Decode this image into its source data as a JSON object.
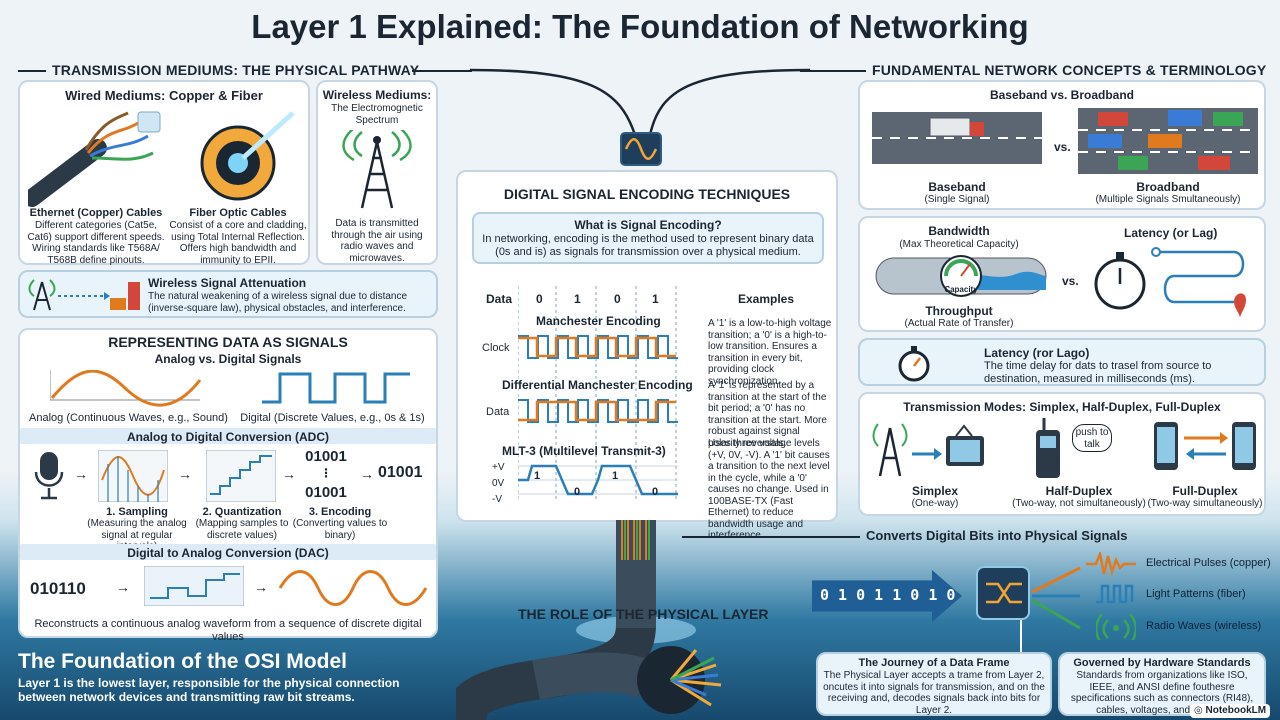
{
  "title": "Layer 1 Explained: The Foundation of Networking",
  "left_header": "TRANSMISSION MEDIUMS: THE PHYSICAL PATHWAY",
  "right_header": "FUNDAMENTAL NETWORK CONCEPTS & TERMINOLOGY",
  "wired": {
    "title": "Wired Mediums: Copper & Fiber",
    "copper_title": "Ethernet (Copper) Cables",
    "copper_text": "Different categories (Cat5e, Cat6) support different speeds. Wiring standards like T568A/ T568B define pinouts.",
    "fiber_title": "Fiber Optic Cables",
    "fiber_text": "Consist of a core and cladding, using Total Internal Reflection. Offers high bandwidth and immunity to EPII."
  },
  "wireless": {
    "title": "Wireless Mediums:",
    "subtitle": "The Electromognetic Spectrum",
    "text": "Data is transmitted through the air using radio waves and microwaves."
  },
  "attenuation": {
    "title": "Wireless Signal Attenuation",
    "text": "The natural weakening of a wireless signal due to distance (inverse-square law), physical obstacles, and interference."
  },
  "representing": {
    "title": "REPRESENTING DATA AS SIGNALS",
    "analog_digital_title": "Analog vs. Digital Signals",
    "analog_label": "Analog (Continuous Waves, e.g., Sound)",
    "digital_label": "Digital (Discrete Values, e.g., 0s & 1s)",
    "adc_title": "Analog to Digital Conversion (ADC)",
    "adc_bits_a": "01001",
    "adc_bits_dots": "⋮",
    "adc_bits_b": "01001",
    "adc_bits_out": "01001",
    "step1_title": "1. Sampling",
    "step1_text": "(Measuring the analog signal at regular intervals)",
    "step2_title": "2. Quantization",
    "step2_text": "(Mapping samples to discrete values)",
    "step3_title": "3. Encoding",
    "step3_text": "(Converting values to binary)",
    "dac_title": "Digital to Analog Conversion (DAC)",
    "dac_bits": "010110",
    "dac_text": "Reconstructs a continuous analog waveform from a sequence of discrete digital values"
  },
  "osi": {
    "title": "The Foundation of the OSI Model",
    "text": "Layer 1 is the lowest layer, responsible for the physical connection between network devices and transmitting raw bit streams."
  },
  "encoding": {
    "title": "DIGITAL SIGNAL ENCODING TECHNIQUES",
    "what_title": "What is Signal Encoding?",
    "what_text": "In networking, encoding is the method used to represent binary data (0s and is) as signals for transmission over a physical medium.",
    "data_label": "Data",
    "bits": [
      "0",
      "1",
      "0",
      "1"
    ],
    "examples_label": "Examples",
    "manchester_title": "Manchester Encoding",
    "clock_label": "Clock",
    "manchester_text": "A '1' is a low-to-high voltage transition; a '0' is a high-to-low transition. Ensures a transition in every bit, providing clock synchronization.",
    "diff_title": "Differential Manchester Encoding",
    "data_row_label": "Data",
    "diff_text": "A '1' is represented by a transition at the start of the bit period; a '0' has no transition at the start. More robust against signal polarity reversals.",
    "mlt_title": "MLT-3 (Multilevel Transmit-3)",
    "mlt_levels": [
      "+V",
      "0V",
      "-V"
    ],
    "mlt_bits": [
      "1",
      "0",
      "1",
      "0"
    ],
    "mlt_text": "Uses three voltage levels (+V, 0V, -V). A '1' bit causes a transition to the next level in the cycle, while a '0' causes no change. Used in 100BASE-TX (Fast Ethernet) to reduce bandwidth usage and interference."
  },
  "baseband": {
    "title": "Baseband vs. Broadband",
    "vs": "vs.",
    "baseband_label": "Baseband",
    "baseband_sub": "(Single Signal)",
    "broadband_label": "Broadband",
    "broadband_sub": "(Multiple Signals Smultaneously)"
  },
  "bandwidth": {
    "title": "Bandwidth",
    "sub": "(Max Theoretical Capacity)",
    "gauge_label": "Capacity",
    "vs": "vs.",
    "throughput": "Throughput",
    "throughput_sub": "(Actual Rate of Transfer)",
    "latency_title": "Latency (or Lag)"
  },
  "latency": {
    "title": "Latency (ror Lago)",
    "text": "The time delay for dats to trasel from source to destination, measured in milliseconds (ms)."
  },
  "modes": {
    "title": "Transmission Modes: Simplex, Half-Duplex, Full-Duplex",
    "push_to_talk": "push to talk",
    "simplex": "Simplex",
    "simplex_sub": "(One-way)",
    "half": "Half-Duplex",
    "half_sub": "(Two-way, not simultaneously)",
    "full": "Full-Duplex",
    "full_sub": "(Two-way simultaneously)"
  },
  "physical": {
    "role": "THE ROLE OF THE PHYSICAL LAYER",
    "converts": "Converts Digital Bits into Physical Signals",
    "bits": "0 1 0 1 1 0 1 0",
    "electrical": "Electrical Pulses (copper)",
    "light": "Light Patterns (fiber)",
    "radio": "Radio Waves (wireless)"
  },
  "journey": {
    "title": "The Journey of a Data Frame",
    "text": "The Physical Layer accepts a trame from Layer 2, oncutes it into signals for transmission, and on the receiving and, decodes signals back into bits for Layer 2."
  },
  "governed": {
    "title": "Governed by Hardware Standards",
    "text": "Standards from organizations like ISO, IEEE, and ANSI define fouthesre specifications such as connectors (RI48), cables, voltages, and pinouts."
  },
  "watermark": "NotebookLM",
  "colors": {
    "orange": "#e07a1f",
    "blue": "#2a7fb8",
    "navy": "#1b2633",
    "green": "#3aa655"
  }
}
